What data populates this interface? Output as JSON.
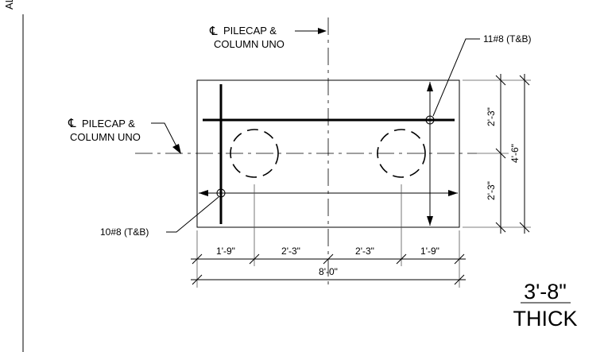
{
  "edge_text": "AL",
  "callouts": {
    "top_centerline": {
      "symbol": "℄",
      "line1": "PILECAP &",
      "line2": "COLUMN UNO"
    },
    "left_centerline": {
      "symbol": "℄",
      "line1": "PILECAP &",
      "line2": "COLUMN UNO"
    },
    "top_reinforcement": "11#8 (T&B)",
    "bottom_reinforcement": "10#8 (T&B)"
  },
  "dimensions": {
    "horizontal_segments": [
      "1'-9\"",
      "2'-3\"",
      "2'-3\"",
      "1'-9\""
    ],
    "horizontal_overall": "8'-0\"",
    "vertical_segments": [
      "2'-3\"",
      "2'-3\""
    ],
    "vertical_overall": "4'-6\""
  },
  "thickness": {
    "value": "3'-8\"",
    "label": "THICK"
  }
}
